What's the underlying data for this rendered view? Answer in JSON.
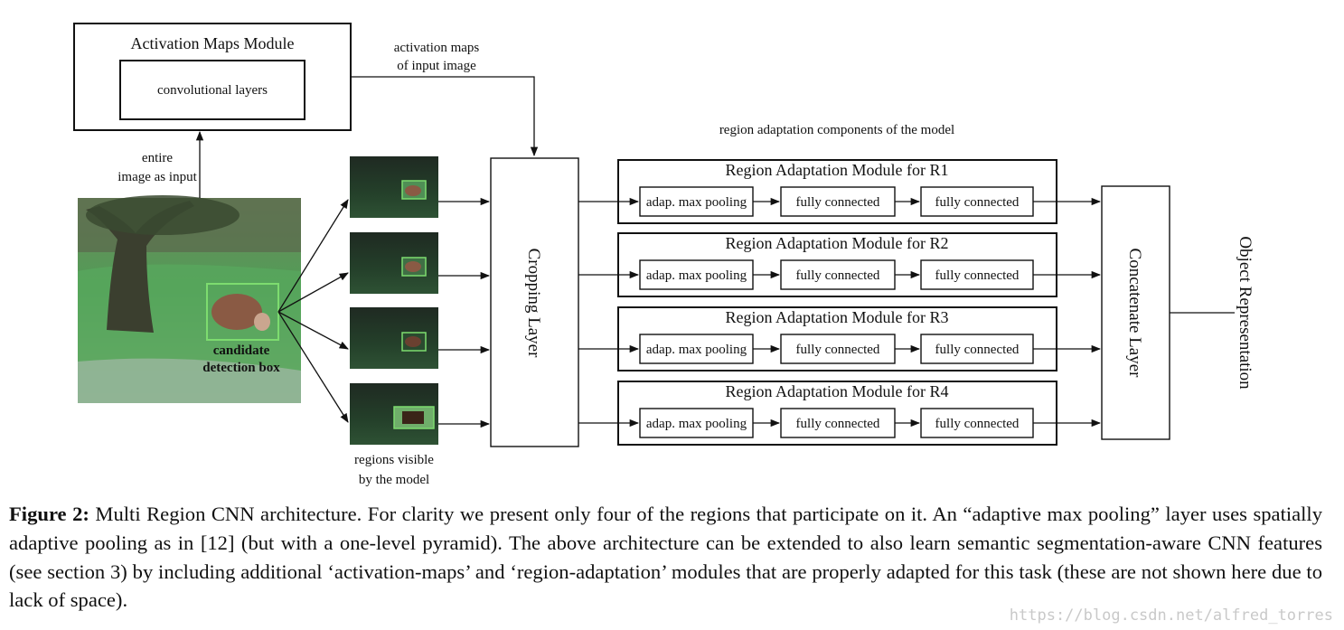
{
  "diagram": {
    "activation_module": {
      "title": "Activation Maps Module",
      "inner": "convolutional layers"
    },
    "activation_maps_label": [
      "activation maps",
      "of input image"
    ],
    "entire_image_label": [
      "entire",
      "image as input"
    ],
    "candidate_label": [
      "candidate",
      "detection box"
    ],
    "regions_visible_label": [
      "regions visible",
      "by the model"
    ],
    "cropping_layer": "Cropping  Layer",
    "region_components_label": "region adaptation components of the model",
    "modules": [
      {
        "title": "Region Adaptation Module for R1",
        "steps": [
          "adap. max pooling",
          "fully connected",
          "fully connected"
        ]
      },
      {
        "title": "Region Adaptation Module for R2",
        "steps": [
          "adap. max pooling",
          "fully connected",
          "fully connected"
        ]
      },
      {
        "title": "Region Adaptation Module for R3",
        "steps": [
          "adap. max pooling",
          "fully connected",
          "fully connected"
        ]
      },
      {
        "title": "Region Adaptation Module for R4",
        "steps": [
          "adap. max pooling",
          "fully connected",
          "fully connected"
        ]
      }
    ],
    "concatenate_layer": "Concatenate Layer",
    "object_representation": "Object Representation"
  },
  "caption": {
    "label": "Figure 2:",
    "text": " Multi Region CNN architecture. For clarity we present only four of the regions that participate on it. An “adaptive max pooling” layer uses spatially adaptive pooling as in [12] (but with a one-level pyramid).  The above architecture can be extended to also learn semantic segmentation-aware CNN features (see section 3) by including additional ‘activation-maps’ and ‘region-adaptation’ modules that are properly adapted for this task (these are not shown here due to lack of space)."
  },
  "watermark": "https://blog.csdn.net/alfred_torres",
  "colors": {
    "grass": "#4e9a52",
    "tree": "#3f4a36",
    "box": "#7ddc6f",
    "cow": "#8a5a44"
  }
}
